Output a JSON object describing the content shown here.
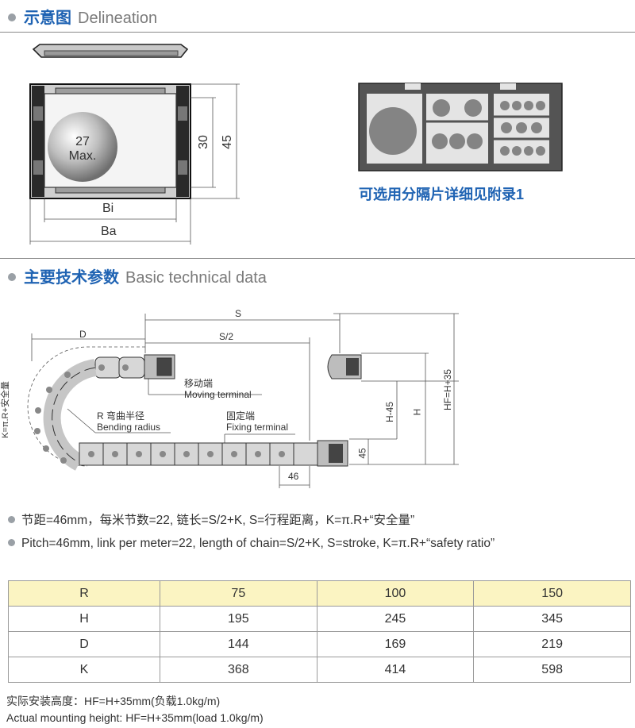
{
  "section1": {
    "title_cn": "示意图",
    "title_en": "Delineation"
  },
  "section2": {
    "title_cn": "主要技术参数",
    "title_en": "Basic technical data"
  },
  "cross_section": {
    "ball_value": "27",
    "ball_unit": "Max.",
    "dim_inner_height": "30",
    "dim_outer_height": "45",
    "dim_inner_width": "Bi",
    "dim_outer_width": "Ba"
  },
  "separator_caption": "可选用分隔片详细见附录1",
  "side_view": {
    "label_D": "D",
    "label_S": "S",
    "label_S2": "S/2",
    "moving_cn": "移动端",
    "moving_en": "Moving terminal",
    "radius_cn": "R 弯曲半径",
    "radius_en": "Bending radius",
    "fixing_cn": "固定端",
    "fixing_en": "Fixing terminal",
    "label_K": "K=π.R+安全量",
    "label_H45": "H-45",
    "label_H": "H",
    "label_HF": "HF=H+35",
    "label_45": "45",
    "label_46": "46"
  },
  "bullets": [
    "节距=46mm，每米节数=22, 链长=S/2+K, S=行程距离，K=π.R+“安全量”",
    "Pitch=46mm, link per meter=22, length of chain=S/2+K, S=stroke, K=π.R+“safety ratio”"
  ],
  "table": {
    "rows": [
      [
        "R",
        "75",
        "100",
        "150"
      ],
      [
        "H",
        "195",
        "245",
        "345"
      ],
      [
        "D",
        "144",
        "169",
        "219"
      ],
      [
        "K",
        "368",
        "414",
        "598"
      ]
    ]
  },
  "notes": {
    "cn": "实际安装高度：HF=H+35mm(负载1.0kg/m)",
    "en": "Actual mounting height: HF=H+35mm(load 1.0kg/m)"
  }
}
